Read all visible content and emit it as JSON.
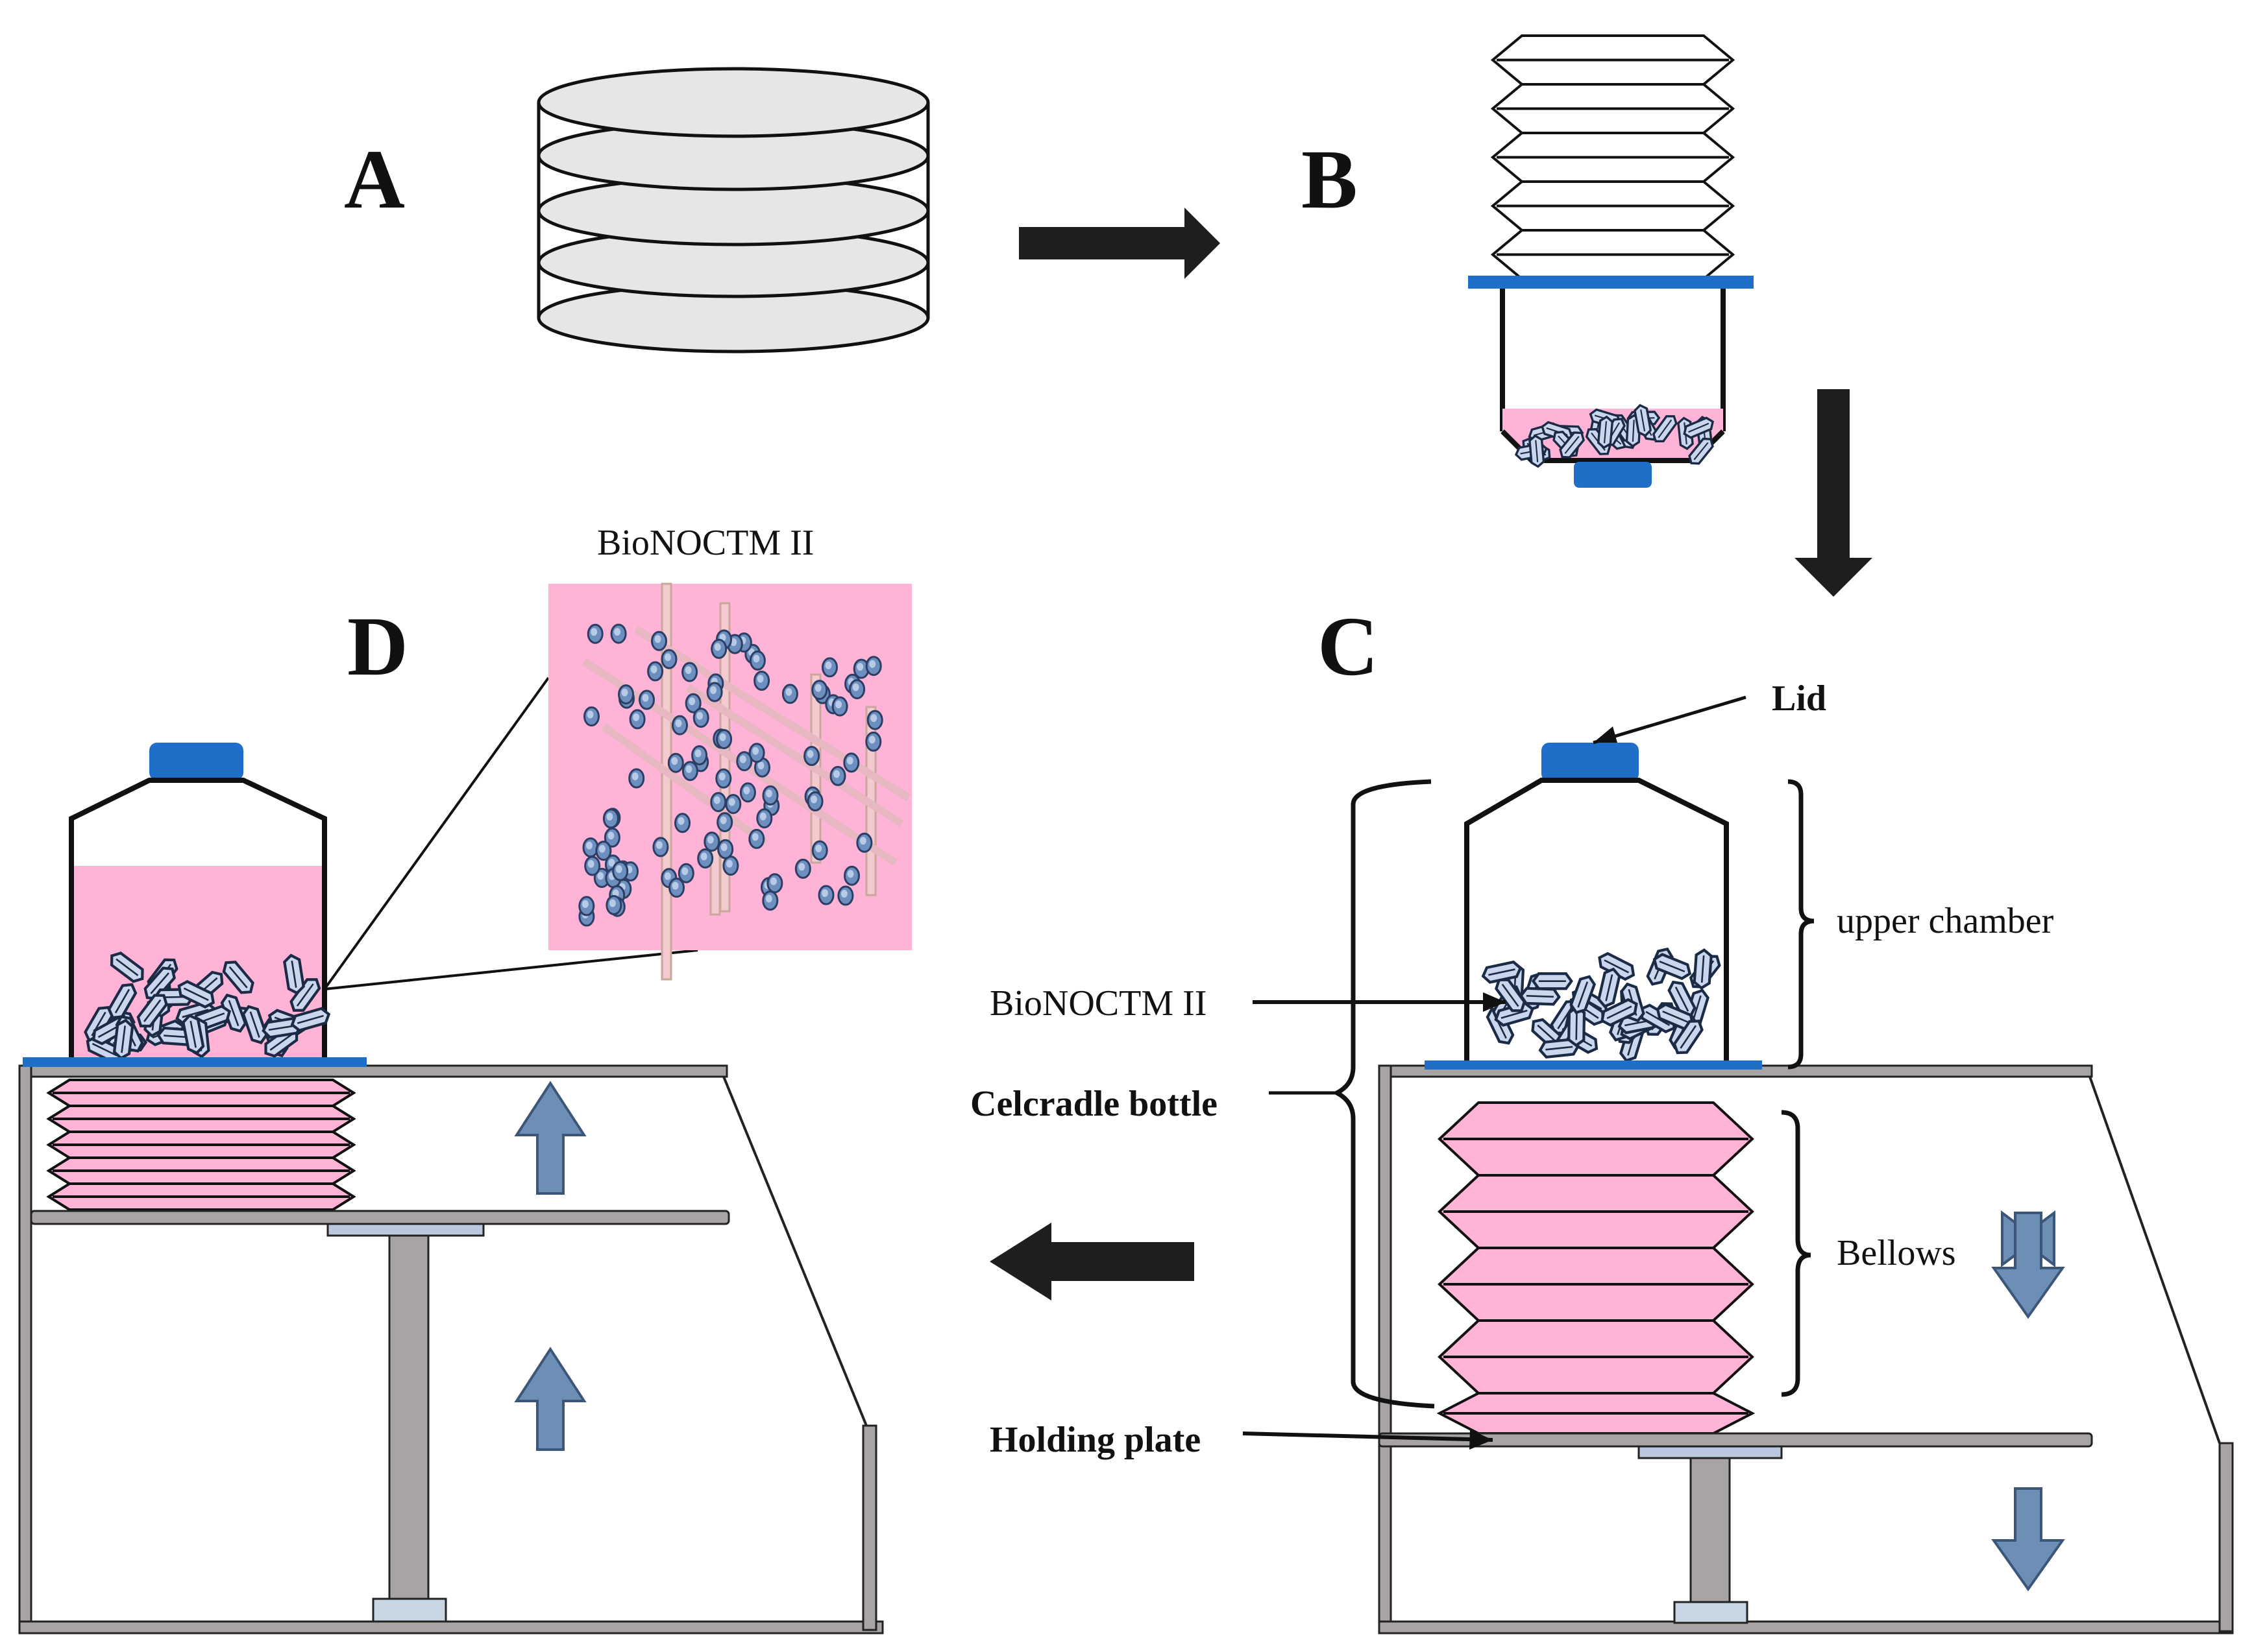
{
  "panels": {
    "a": "A",
    "b": "B",
    "c": "C",
    "d": "D"
  },
  "labels": {
    "bionoc_top": "BioNOCTM II",
    "lid": "Lid",
    "upper_chamber": "upper chamber",
    "bionoc_c": "BioNOCTM II",
    "celcradle_bottle": "Celcradle bottle",
    "bellows": "Bellows",
    "holding_plate": "Holding plate"
  },
  "colors": {
    "medium_pink": "#ffb3d6",
    "cap_blue": "#1f6fc9",
    "steel_gray": "#a8a4a4",
    "flow_arrow_blue": "#6e8fb5",
    "process_arrow": "#1e1e1e",
    "disc_fill": "#e6e6e6",
    "carrier_fill": "#c9d6ec",
    "cell_blue": "#6c8fc0"
  },
  "icons": {
    "process_arrow_right": "arrow-right-icon",
    "process_arrow_down": "arrow-down-icon",
    "process_arrow_left": "arrow-left-icon",
    "flow_arrow_up": "arrow-up-icon",
    "flow_arrow_down": "arrow-down-icon"
  }
}
